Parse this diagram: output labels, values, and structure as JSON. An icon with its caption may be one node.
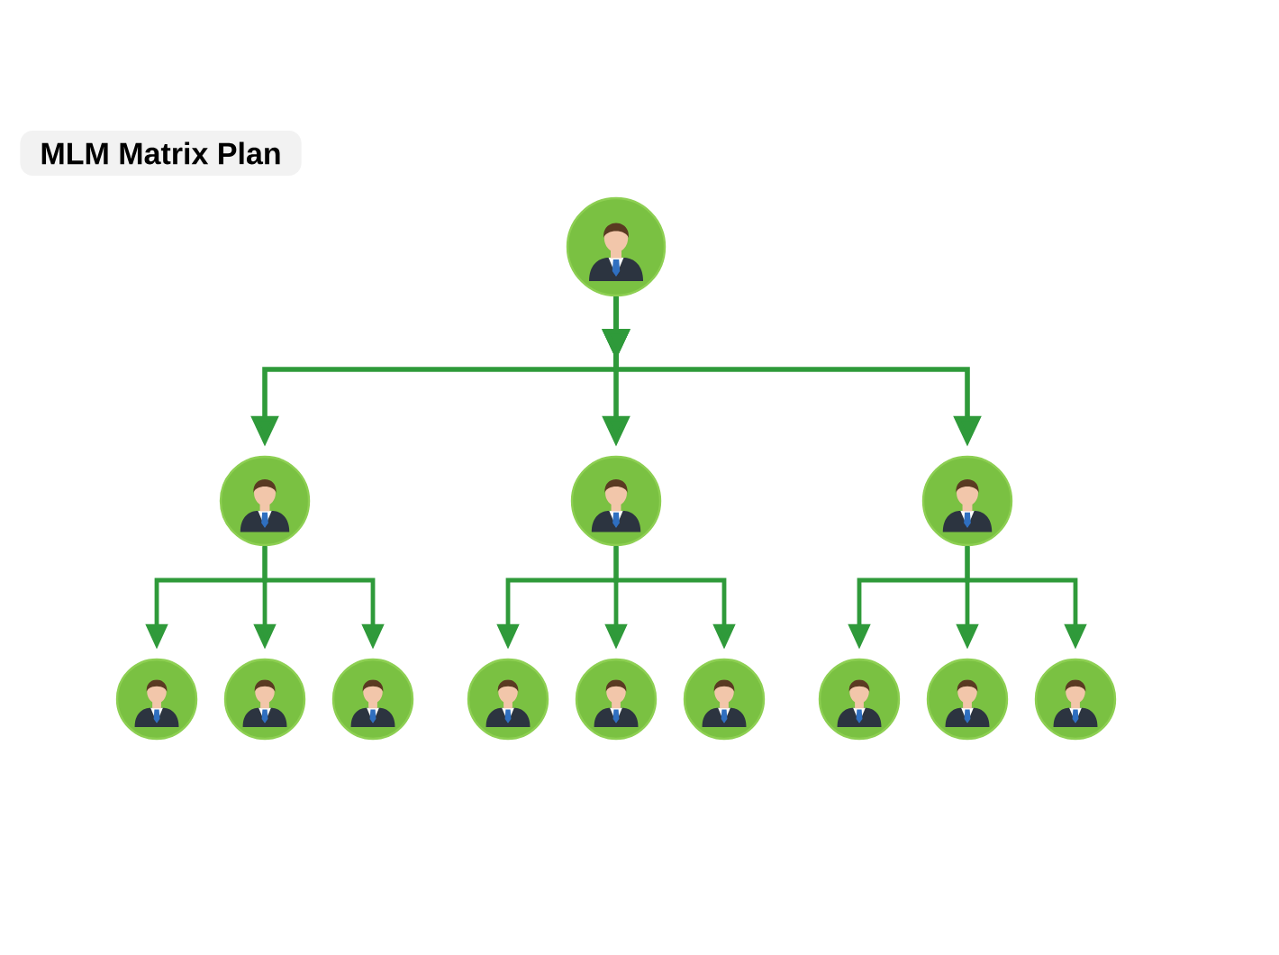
{
  "diagram": {
    "title": "MLM Matrix Plan",
    "nodes": [
      {
        "text": [],
        "shape": "person"
      },
      {
        "text": [],
        "shape": "person"
      },
      {
        "text": [],
        "shape": "person"
      },
      {
        "text": [],
        "shape": "person"
      },
      {
        "text": [],
        "shape": "person"
      },
      {
        "text": [],
        "shape": "person"
      },
      {
        "text": [],
        "shape": "person"
      },
      {
        "text": [],
        "shape": "person"
      },
      {
        "text": [],
        "shape": "person"
      },
      {
        "text": [],
        "shape": "person"
      },
      {
        "text": [],
        "shape": "person"
      },
      {
        "text": [],
        "shape": "person"
      },
      {
        "text": [],
        "shape": "person"
      }
    ],
    "edges": [
      {
        "from": 0,
        "to": 1,
        "arrow": "to"
      },
      {
        "from": 0,
        "to": 2,
        "arrow": "to"
      },
      {
        "from": 0,
        "to": 3,
        "arrow": "to"
      },
      {
        "from": 1,
        "to": 4,
        "arrow": "to"
      },
      {
        "from": 1,
        "to": 5,
        "arrow": "to"
      },
      {
        "from": 1,
        "to": 6,
        "arrow": "to"
      },
      {
        "from": 2,
        "to": 7,
        "arrow": "to"
      },
      {
        "from": 2,
        "to": 8,
        "arrow": "to"
      },
      {
        "from": 2,
        "to": 9,
        "arrow": "to"
      },
      {
        "from": 3,
        "to": 10,
        "arrow": "to"
      },
      {
        "from": 3,
        "to": 11,
        "arrow": "to"
      },
      {
        "from": 3,
        "to": 12,
        "arrow": "to"
      }
    ]
  }
}
